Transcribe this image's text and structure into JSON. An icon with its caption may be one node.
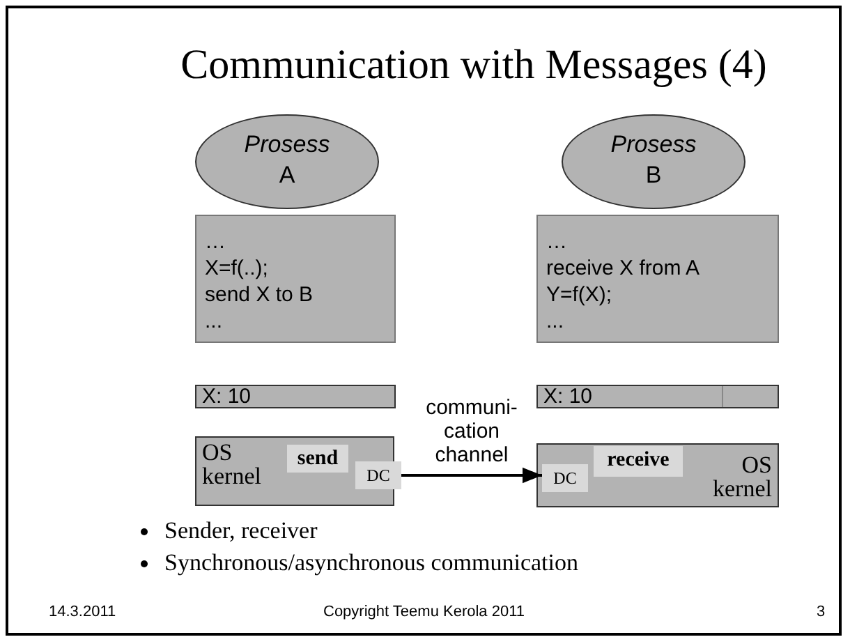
{
  "diagram": {
    "title": "Communication with Messages (4)",
    "nodes": [
      {
        "text": [
          "*Prosess* A"
        ]
      },
      {
        "text": [
          "…",
          "X=f(..);",
          "send X to B",
          "..."
        ]
      },
      {
        "text": [
          "X: 10"
        ]
      },
      {
        "text": [
          "OS kernel"
        ]
      },
      {
        "text": [
          "send"
        ],
        "in": 3
      },
      {
        "text": [
          "DC"
        ],
        "in": 3
      },
      {
        "text": [
          "*Prosess* B"
        ]
      },
      {
        "text": [
          "…",
          "receive X from A",
          "Y=f(X);",
          "..."
        ]
      },
      {
        "text": [
          "X: 10"
        ]
      },
      {
        "text": [
          "OS kernel"
        ]
      },
      {
        "text": [
          "DC"
        ],
        "in": 9
      },
      {
        "text": [
          "receive"
        ],
        "in": 9
      }
    ],
    "edges": [
      {
        "from": 5,
        "to": 10,
        "arrow": "to",
        "label": "communi- cation channel"
      }
    ],
    "labels": [
      "Sender, receiver",
      "Synchronous/asynchronous communication",
      "14.3.2011",
      "Copyright Teemu Kerola 2011",
      "3"
    ]
  }
}
